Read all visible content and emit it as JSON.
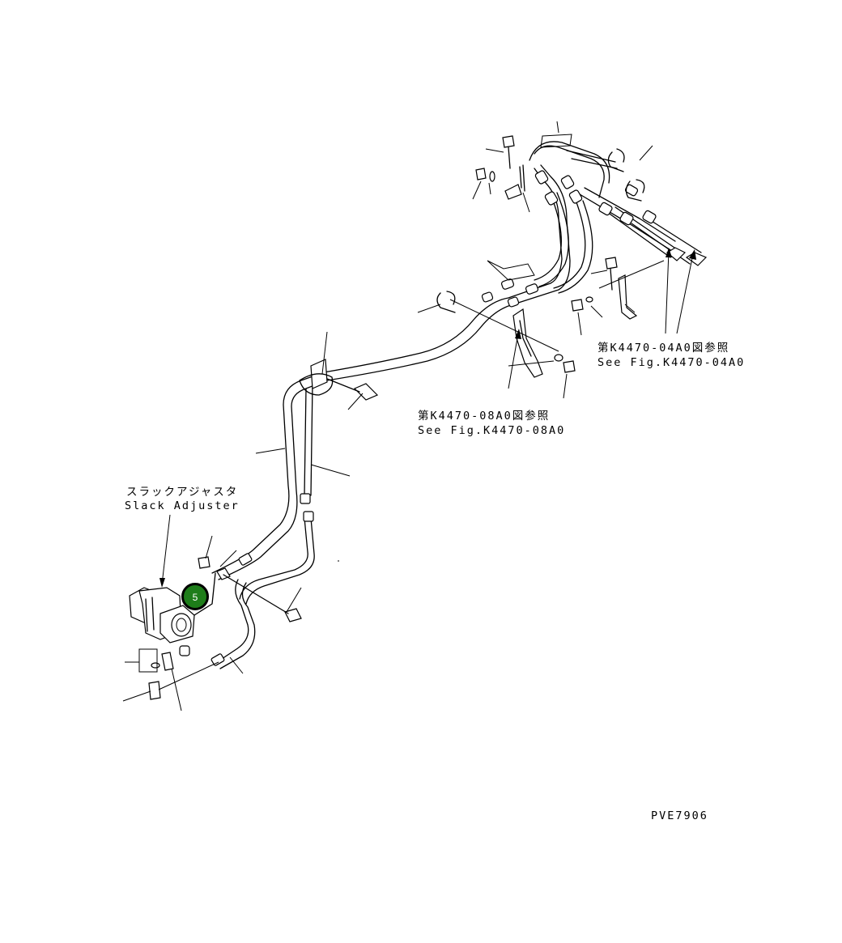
{
  "labels": {
    "ref_k4470_04a0_jp": "第K4470-04A0図参照",
    "ref_k4470_04a0_en": "See Fig.K4470-04A0",
    "ref_k4470_08a0_jp": "第K4470-08A0図参照",
    "ref_k4470_08a0_en": "See Fig.K4470-08A0",
    "slack_adjuster_jp": "スラックアジャスタ",
    "slack_adjuster_en": "Slack Adjuster",
    "drawing_number": "PVE7906"
  },
  "callouts": [
    {
      "number": "5",
      "color": "#1e7d1a"
    }
  ]
}
